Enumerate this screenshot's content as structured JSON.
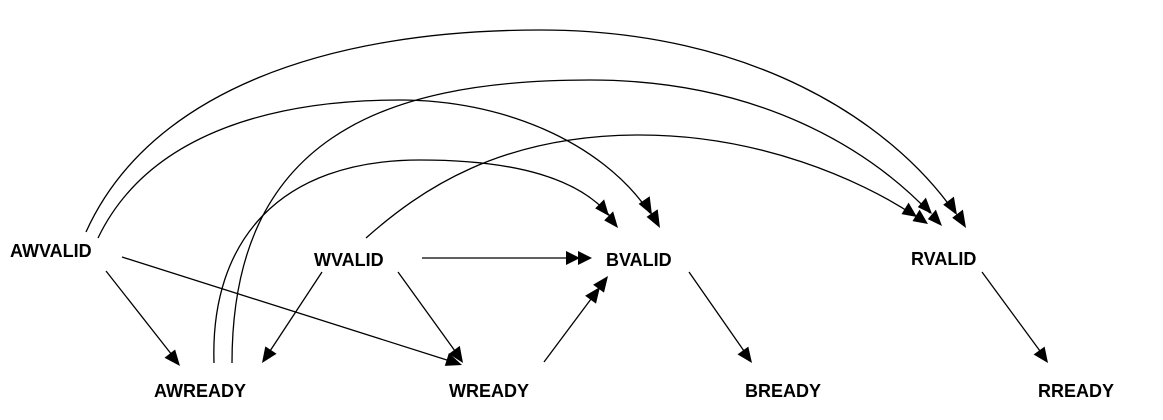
{
  "diagram": {
    "nodes": {
      "awvalid": "AWVALID",
      "awready": "AWREADY",
      "wvalid": "WVALID",
      "wready": "WREADY",
      "bvalid": "BVALID",
      "bready": "BREADY",
      "rvalid": "RVALID",
      "rready": "RREADY"
    },
    "edges": [
      {
        "from": "AWVALID",
        "to": "AWREADY",
        "head": "single"
      },
      {
        "from": "AWVALID",
        "to": "WREADY",
        "head": "single"
      },
      {
        "from": "AWVALID",
        "to": "BVALID",
        "head": "double"
      },
      {
        "from": "AWVALID",
        "to": "RVALID",
        "head": "double"
      },
      {
        "from": "AWREADY",
        "to": "BVALID",
        "head": "double"
      },
      {
        "from": "AWREADY",
        "to": "RVALID",
        "head": "double"
      },
      {
        "from": "WVALID",
        "to": "AWREADY",
        "head": "single"
      },
      {
        "from": "WVALID",
        "to": "WREADY",
        "head": "single"
      },
      {
        "from": "WVALID",
        "to": "BVALID",
        "head": "double"
      },
      {
        "from": "WVALID",
        "to": "RVALID",
        "head": "double"
      },
      {
        "from": "WREADY",
        "to": "BVALID",
        "head": "double"
      },
      {
        "from": "BVALID",
        "to": "BREADY",
        "head": "single"
      },
      {
        "from": "RVALID",
        "to": "RREADY",
        "head": "single"
      }
    ],
    "colors": {
      "stroke": "#000000",
      "background": "#ffffff"
    }
  }
}
